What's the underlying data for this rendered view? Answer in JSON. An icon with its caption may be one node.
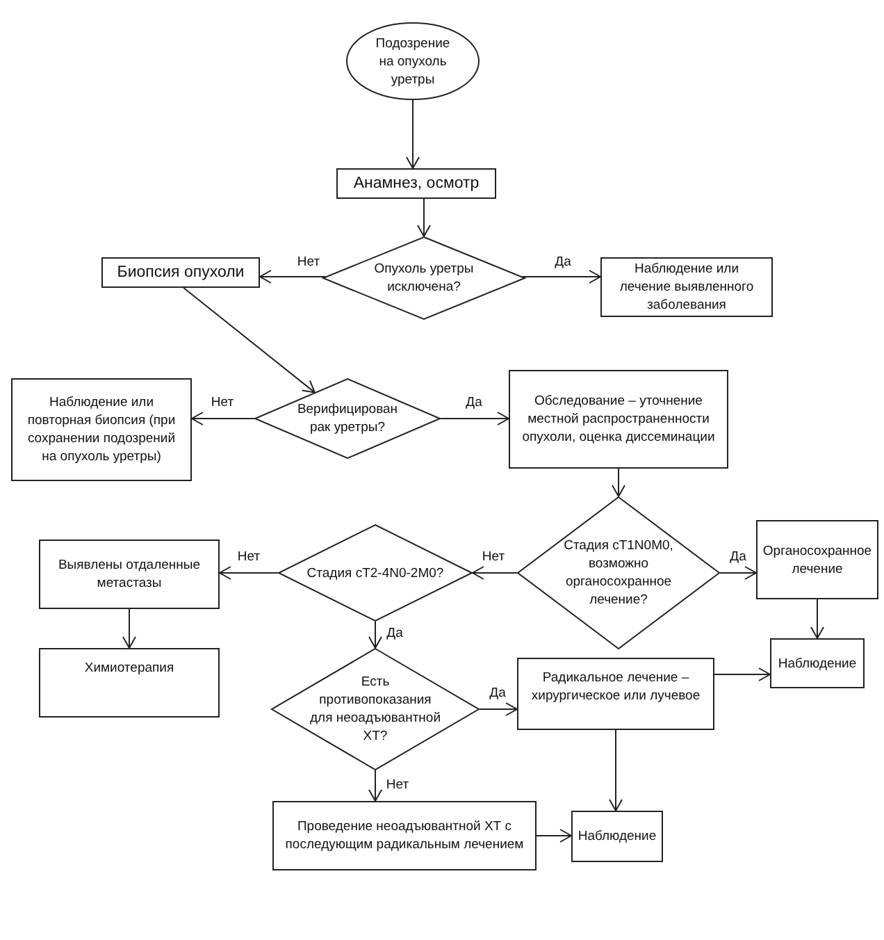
{
  "diagram": {
    "nodes": [
      {
        "text": [
          "Подозрение на опухоль уретры"
        ]
      },
      {
        "text": [
          "Анамнез, осмотр"
        ]
      },
      {
        "text": [
          "Биопсия опухоли"
        ]
      },
      {
        "text": [
          "Опухоль уретры исключена?"
        ]
      },
      {
        "text": [
          "Наблюдение или лечение выявленного заболевания"
        ]
      },
      {
        "text": [
          "Наблюдение или повторная биопсия (при сохранении подозрений на опухоль уретры)"
        ]
      },
      {
        "text": [
          "Верифицирован рак уретры?"
        ]
      },
      {
        "text": [
          "Обследование – уточнение местной распространенности опухоли, оценка диссеминации"
        ]
      },
      {
        "text": [
          "Выявлены отдаленные метастазы"
        ]
      },
      {
        "text": [
          "Стадия cT2-4N0-2M0?"
        ]
      },
      {
        "text": [
          "Стадия cT1N0M0, возможно органосохранное лечение?"
        ]
      },
      {
        "text": [
          "Органосохранное лечение"
        ]
      },
      {
        "text": [
          "Химиотерапия"
        ]
      },
      {
        "text": [
          "Есть противопоказания для неоадъювантной ХТ?"
        ]
      },
      {
        "text": [
          "Радикальное лечение – хирургическое или лучевое"
        ]
      },
      {
        "text": [
          "Наблюдение"
        ]
      },
      {
        "text": [
          "Проведение неоадъювантной ХТ с последующим радикальным лечением"
        ]
      },
      {
        "text": [
          "Наблюдение"
        ]
      }
    ],
    "edges": [
      {
        "from": 0,
        "to": 1,
        "arrow": "to"
      },
      {
        "from": 1,
        "to": 3,
        "arrow": "to"
      },
      {
        "from": 3,
        "to": 2,
        "arrow": "to",
        "label": "Нет"
      },
      {
        "from": 3,
        "to": 4,
        "arrow": "to",
        "label": "Да"
      },
      {
        "from": 2,
        "to": 6,
        "arrow": "to"
      },
      {
        "from": 6,
        "to": 5,
        "arrow": "to",
        "label": "Нет"
      },
      {
        "from": 6,
        "to": 7,
        "arrow": "to",
        "label": "Да"
      },
      {
        "from": 7,
        "to": 10,
        "arrow": "to"
      },
      {
        "from": 10,
        "to": 9,
        "arrow": "to",
        "label": "Нет"
      },
      {
        "from": 10,
        "to": 11,
        "arrow": "to",
        "label": "Да"
      },
      {
        "from": 9,
        "to": 8,
        "arrow": "to",
        "label": "Нет"
      },
      {
        "from": 9,
        "to": 13,
        "arrow": "to",
        "label": "Да"
      },
      {
        "from": 8,
        "to": 12,
        "arrow": "to"
      },
      {
        "from": 11,
        "to": 15,
        "arrow": "to"
      },
      {
        "from": 13,
        "to": 14,
        "arrow": "to",
        "label": "Да"
      },
      {
        "from": 13,
        "to": 16,
        "arrow": "to",
        "label": "Нет"
      },
      {
        "from": 14,
        "to": 15,
        "arrow": "to"
      },
      {
        "from": 14,
        "to": 17,
        "arrow": "to"
      },
      {
        "from": 16,
        "to": 17,
        "arrow": "to"
      }
    ]
  }
}
